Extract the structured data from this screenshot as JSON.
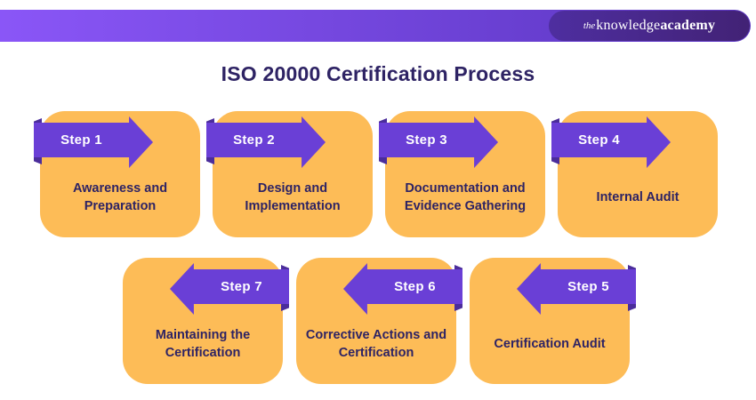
{
  "header": {
    "logo": {
      "the": "the",
      "knowledge": "knowledge",
      "academy": "academy"
    }
  },
  "title": "ISO 20000 Certification Process",
  "colors": {
    "orange": "#FDBC57",
    "purple": "#6A3FD6",
    "fold": "#4B2D9B",
    "ink": "#2E2364",
    "bar_start": "#8A56F7",
    "bar_end": "#5A35C0",
    "pill_start": "#4E2EA0",
    "pill_end": "#422275"
  },
  "steps": [
    {
      "number": "Step 1",
      "title": "Awareness and Preparation",
      "direction": "right"
    },
    {
      "number": "Step 2",
      "title": "Design and Implementation",
      "direction": "right"
    },
    {
      "number": "Step 3",
      "title": "Documentation and Evidence Gathering",
      "direction": "right"
    },
    {
      "number": "Step 4",
      "title": "Internal Audit",
      "direction": "right"
    },
    {
      "number": "Step 7",
      "title": "Maintaining the Certification",
      "direction": "left"
    },
    {
      "number": "Step 6",
      "title": "Corrective Actions and Certification",
      "direction": "left"
    },
    {
      "number": "Step 5",
      "title": "Certification Audit",
      "direction": "left"
    }
  ]
}
